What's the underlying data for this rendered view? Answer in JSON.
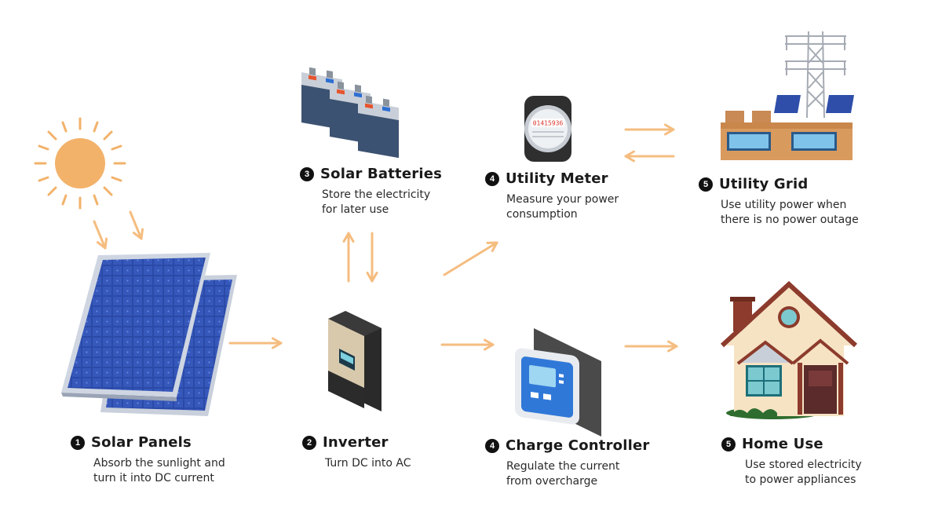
{
  "components": [
    {
      "id": "solar-panels",
      "number": "1",
      "title": "Solar Panels",
      "desc": [
        "Absorb the sunlight and",
        "turn it into DC current"
      ]
    },
    {
      "id": "inverter",
      "number": "2",
      "title": "Inverter",
      "desc": [
        "Turn DC into AC"
      ]
    },
    {
      "id": "solar-batteries",
      "number": "3",
      "title": "Solar Batteries",
      "desc": [
        "Store the electricity",
        "for later use"
      ]
    },
    {
      "id": "utility-meter",
      "number": "4",
      "title": "Utility Meter",
      "desc": [
        "Measure your power",
        "consumption"
      ]
    },
    {
      "id": "charge-controller",
      "number": "4",
      "title": "Charge Controller",
      "desc": [
        "Regulate the current",
        "from overcharge"
      ]
    },
    {
      "id": "utility-grid",
      "number": "5",
      "title": "Utility Grid",
      "desc": [
        "Use utility power when",
        "there is no power outage"
      ]
    },
    {
      "id": "home-use",
      "number": "5",
      "title": "Home Use",
      "desc": [
        "Use stored electricity",
        "to power appliances"
      ]
    }
  ],
  "meter_reading": "01415936",
  "colors": {
    "arrow": "#f5bd80",
    "sun": "#f2b26a",
    "panel": "#2d4aa5",
    "house_wall": "#f6e3c3",
    "roof": "#8c3b2c",
    "grid_base": "#d99a5e"
  },
  "icons": [
    "sun-icon",
    "solar-panel-icon",
    "battery-icon",
    "inverter-icon",
    "meter-icon",
    "charge-controller-icon",
    "utility-grid-icon",
    "house-icon"
  ]
}
